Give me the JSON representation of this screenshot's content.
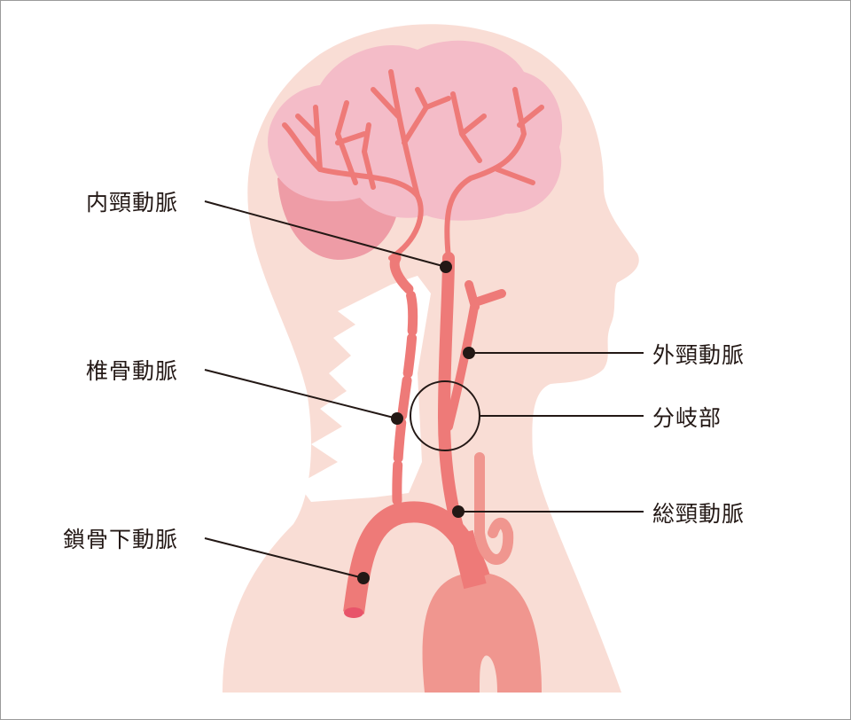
{
  "labels": {
    "internal_carotid": "内頸動脈",
    "vertebral": "椎骨動脈",
    "subclavian": "鎖骨下動脈",
    "external_carotid": "外頸動脈",
    "bifurcation": "分岐部",
    "common_carotid": "総頸動脈"
  },
  "colors": {
    "skin": "#f9ddd5",
    "artery": "#ee7a78",
    "brain": "#f4bcc8",
    "cerebellum": "#ee9ca6",
    "aorta": "#f0968f",
    "line": "#231815"
  }
}
